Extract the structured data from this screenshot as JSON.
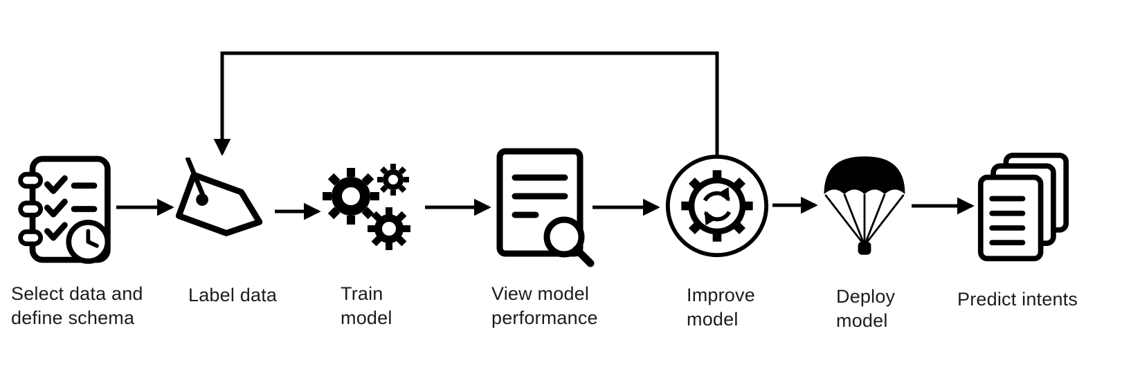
{
  "diagram": {
    "colors": {
      "ink": "#000000",
      "text": "#1b1b1b",
      "background": "#ffffff"
    },
    "steps": [
      {
        "id": "select-data",
        "label": "Select data and\ndefine schema",
        "icon": "notebook-checklist-icon"
      },
      {
        "id": "label-data",
        "label": "Label data",
        "icon": "tag-icon"
      },
      {
        "id": "train-model",
        "label": "Train\nmodel",
        "icon": "gears-icon"
      },
      {
        "id": "view-performance",
        "label": "View model\nperformance",
        "icon": "document-report-icon"
      },
      {
        "id": "improve-model",
        "label": "Improve\nmodel",
        "icon": "gear-sync-icon"
      },
      {
        "id": "deploy-model",
        "label": "Deploy\nmodel",
        "icon": "parachute-icon"
      },
      {
        "id": "predict-intents",
        "label": "Predict intents",
        "icon": "stacked-documents-icon"
      }
    ],
    "connections": [
      {
        "from": "select-data",
        "to": "label-data",
        "type": "arrow"
      },
      {
        "from": "label-data",
        "to": "train-model",
        "type": "arrow"
      },
      {
        "from": "train-model",
        "to": "view-performance",
        "type": "arrow"
      },
      {
        "from": "view-performance",
        "to": "improve-model",
        "type": "arrow"
      },
      {
        "from": "improve-model",
        "to": "deploy-model",
        "type": "arrow"
      },
      {
        "from": "deploy-model",
        "to": "predict-intents",
        "type": "arrow"
      },
      {
        "from": "improve-model",
        "to": "label-data",
        "type": "feedback-loop"
      }
    ]
  }
}
